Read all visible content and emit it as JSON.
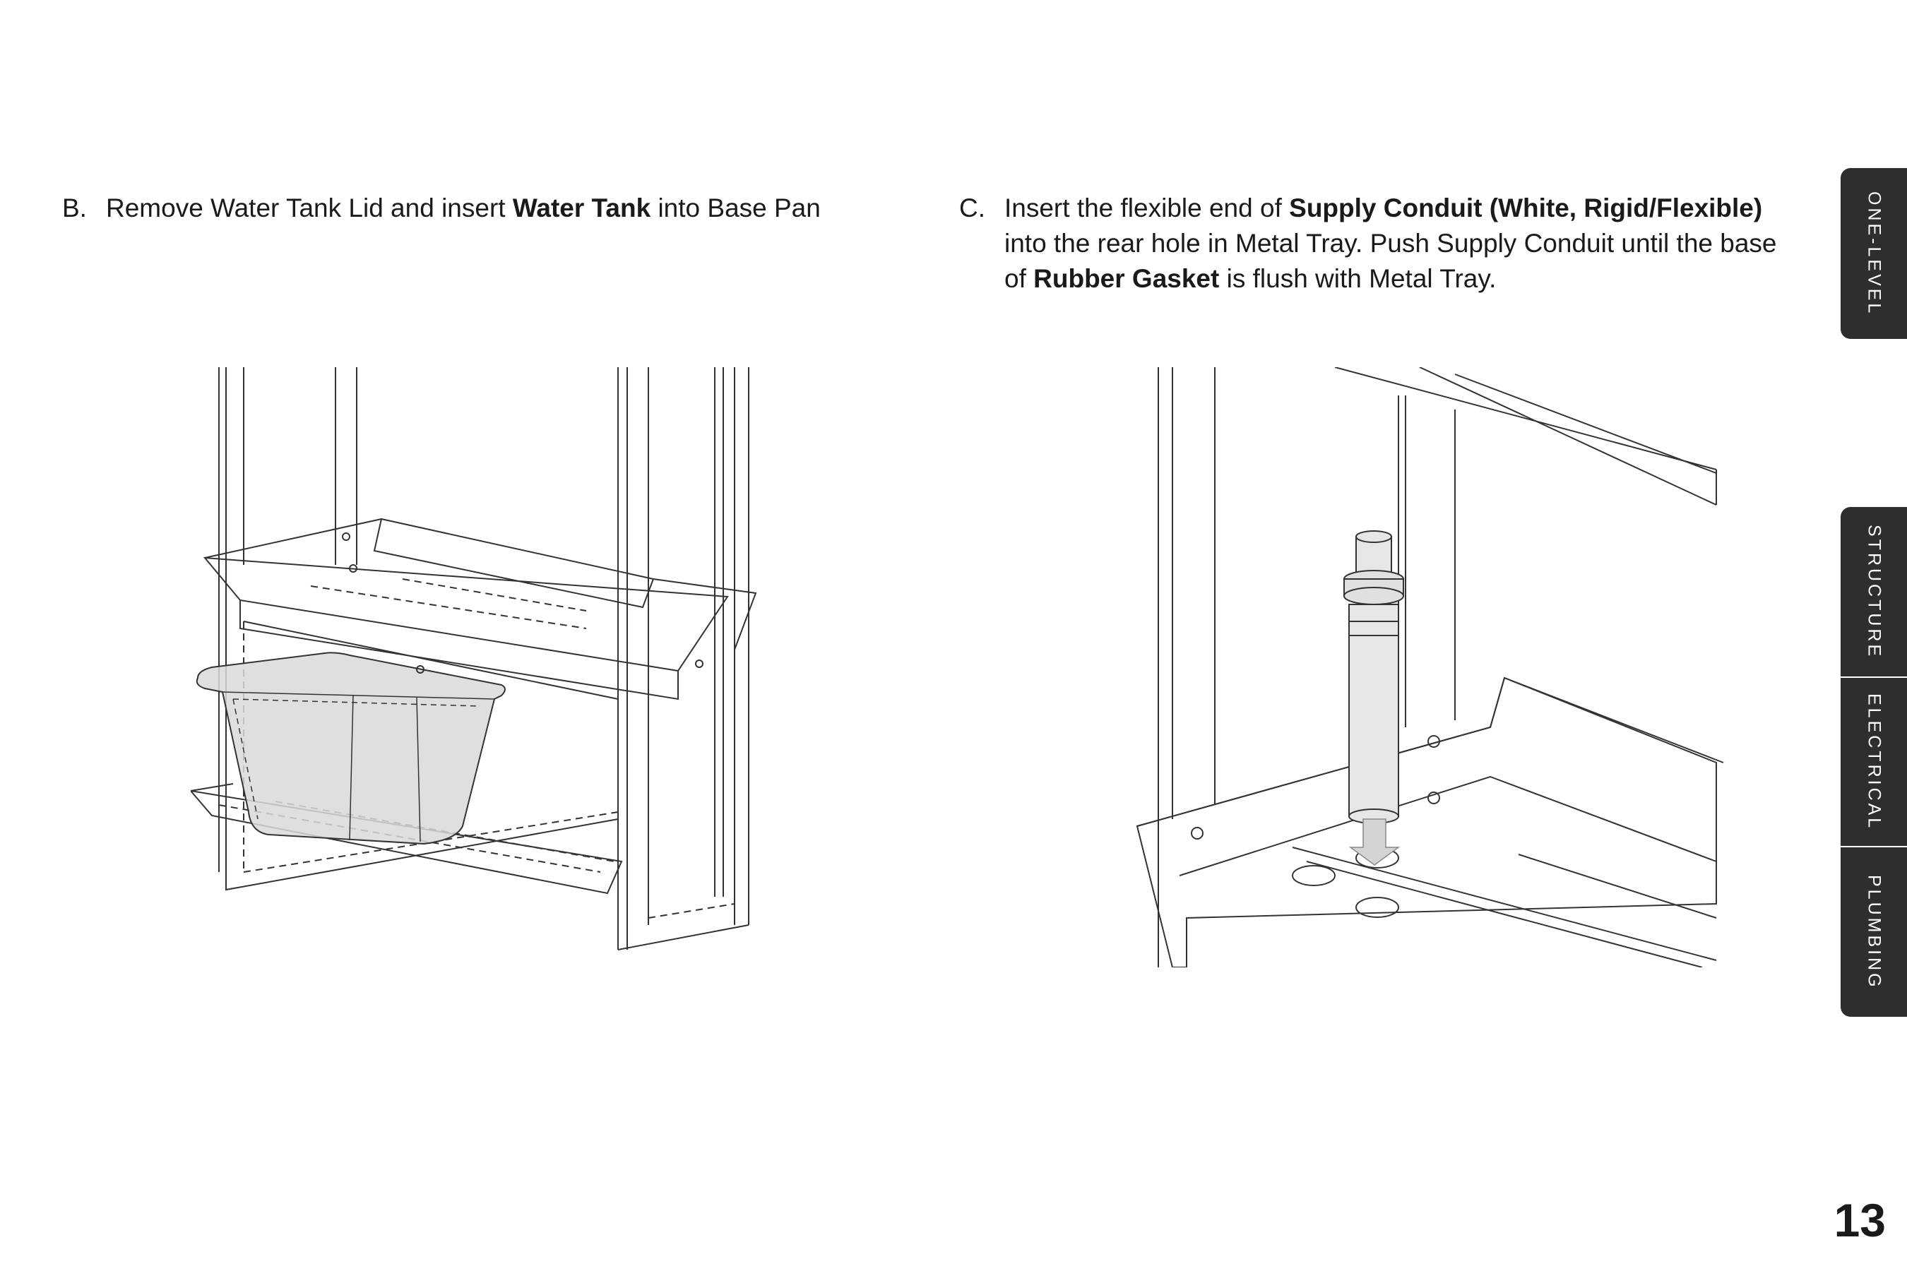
{
  "step_b": {
    "letter": "B.",
    "text_1": "Remove Water Tank Lid and insert ",
    "bold_1": "Water Tank",
    "text_2": " into Base Pan"
  },
  "step_c": {
    "letter": "C.",
    "text_1": "Insert the flexible end of ",
    "bold_1": "Supply Conduit (White, Rigid/Flexible)",
    "text_2": " into the rear hole in Metal Tray. Push Supply Conduit until the base of ",
    "bold_2": "Rubber Gasket",
    "text_3": " is flush with Metal Tray."
  },
  "side_tabs": [
    {
      "label": "ONE-LEVEL"
    },
    {
      "label": "STRUCTURE"
    },
    {
      "label": "ELECTRICAL"
    },
    {
      "label": "PLUMBING"
    }
  ],
  "page_number": "13",
  "colors": {
    "tab_background": "#2e2e2e",
    "tab_text": "#ffffff",
    "line_art": "#333333",
    "tank_fill": "#d9d9d9",
    "arrow_fill": "#d4d4d4"
  },
  "icons": {
    "arrow": "down-arrow-icon"
  }
}
